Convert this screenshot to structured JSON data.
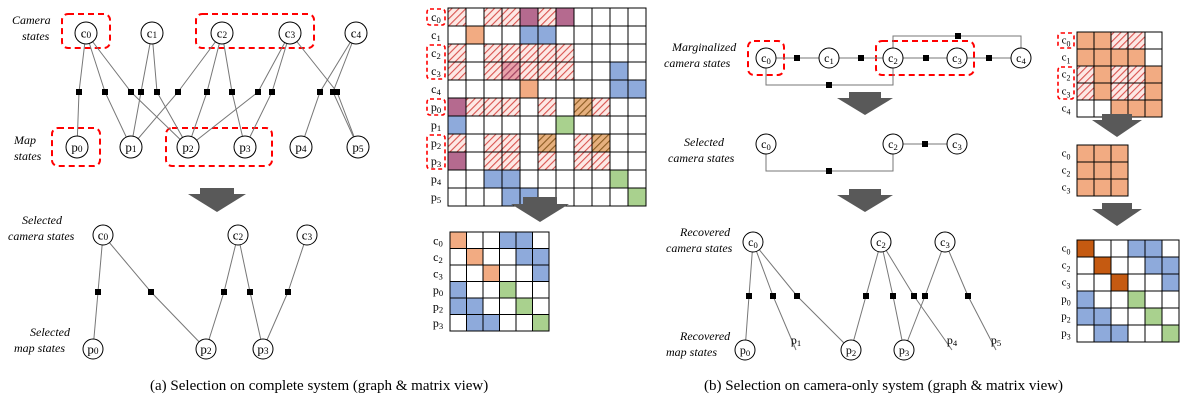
{
  "colors": {
    "orange": "#f2ab82",
    "dark_orange": "#c55a11",
    "blue": "#8eaadb",
    "green": "#a9d18e",
    "hatch_red": "#d9534f",
    "hatch_dark": "#a04060",
    "purple": "#b56a8f",
    "brown": "#c8874a",
    "dashed_box": "#ff0000",
    "arrow": "#595959"
  },
  "captions": {
    "a": "(a) Selection on complete system (graph & matrix view)",
    "b": "(b) Selection on camera-only system (graph & matrix view)"
  },
  "labels": {
    "camera_states": [
      "Camera",
      "states"
    ],
    "map_states": [
      "Map",
      "states"
    ],
    "selected_camera_states": [
      "Selected",
      "camera states"
    ],
    "selected_map_states": [
      "Selected",
      "map states"
    ],
    "marginalized_camera_states": [
      "Marginalized",
      "camera states"
    ],
    "b_selected_camera_states": [
      "Selected",
      "camera states"
    ],
    "recovered_camera_states": [
      "Recovered",
      "camera states"
    ],
    "recovered_map_states": [
      "Recovered",
      "map states"
    ]
  },
  "nodes": {
    "a_top": {
      "c0": "c0",
      "c1": "c1",
      "c2": "c2",
      "c3": "c3",
      "c4": "c4",
      "p0": "p0",
      "p1": "p1",
      "p2": "p2",
      "p3": "p3",
      "p4": "p4",
      "p5": "p5"
    },
    "a_bottom": {
      "c0": "c0",
      "c2": "c2",
      "c3": "c3",
      "p0": "p0",
      "p2": "p2",
      "p3": "p3"
    },
    "b_top": {
      "c0": "c0",
      "c1": "c1",
      "c2": "c2",
      "c3": "c3",
      "c4": "c4"
    },
    "b_mid": {
      "c0": "c0",
      "c2": "c2",
      "c3": "c3"
    },
    "b_bottom": {
      "c0": "c0",
      "c2": "c2",
      "c3": "c3",
      "p0": "p0",
      "p1": "p1",
      "p2": "p2",
      "p3": "p3",
      "p4": "p4",
      "p5": "p5"
    }
  },
  "matrices": {
    "a_full": {
      "rows": [
        "c0",
        "c1",
        "c2",
        "c3",
        "c4",
        "p0",
        "p1",
        "p2",
        "p3",
        "p4",
        "p5"
      ],
      "highlight_rows": [
        0,
        2,
        3,
        5,
        7,
        8
      ],
      "cells": [
        [
          "H",
          "",
          "H",
          "H",
          "P",
          "H",
          "P",
          "",
          "",
          "",
          ""
        ],
        [
          "",
          "O",
          "",
          "",
          "B",
          "B",
          "",
          "",
          "",
          "",
          ""
        ],
        [
          "H",
          "",
          "H",
          "H",
          "H",
          "H",
          "H",
          "",
          "",
          "",
          ""
        ],
        [
          "H",
          "",
          "H",
          "D",
          "H",
          "H",
          "H",
          "",
          "",
          "B",
          ""
        ],
        [
          "",
          "",
          "",
          "",
          "O",
          "",
          "",
          "",
          "",
          "B",
          "B"
        ],
        [
          "P",
          "H",
          "H",
          "H",
          "",
          "H",
          "",
          "Q",
          "H",
          "",
          ""
        ],
        [
          "B",
          "",
          "",
          "",
          "",
          "",
          "G",
          "",
          "",
          "",
          ""
        ],
        [
          "H",
          "",
          "H",
          "H",
          "",
          "Q",
          "",
          "H",
          "Q",
          "",
          ""
        ],
        [
          "P",
          "",
          "H",
          "H",
          "",
          "H",
          "",
          "H",
          "H",
          "",
          ""
        ],
        [
          "",
          "",
          "B",
          "B",
          "",
          "",
          "",
          "",
          "",
          "G",
          ""
        ],
        [
          "",
          "",
          "",
          "B",
          "B",
          "",
          "",
          "",
          "",
          "",
          "G"
        ]
      ]
    },
    "a_selected": {
      "rows": [
        "c0",
        "c2",
        "c3",
        "p0",
        "p2",
        "p3"
      ],
      "cells": [
        [
          "O",
          "",
          "",
          "B",
          "B",
          ""
        ],
        [
          "",
          "O",
          "",
          "",
          "B",
          "B"
        ],
        [
          "",
          "",
          "O",
          "",
          "",
          "B"
        ],
        [
          "B",
          "",
          "",
          "G",
          "",
          ""
        ],
        [
          "B",
          "B",
          "",
          "",
          "G",
          ""
        ],
        [
          "",
          "B",
          "B",
          "",
          "",
          "G"
        ]
      ]
    },
    "b_full": {
      "rows": [
        "c0",
        "c1",
        "c2",
        "c3",
        "c4"
      ],
      "highlight_rows": [
        0,
        2,
        3
      ],
      "cells": [
        [
          "O",
          "O",
          "H",
          "H",
          ""
        ],
        [
          "O",
          "O",
          "O",
          "O",
          ""
        ],
        [
          "H",
          "O",
          "H",
          "H",
          "O"
        ],
        [
          "H",
          "O",
          "H",
          "H",
          "O"
        ],
        [
          "",
          "",
          "O",
          "O",
          "O"
        ]
      ]
    },
    "b_mid": {
      "rows": [
        "c0",
        "c2",
        "c3"
      ],
      "cells": [
        [
          "O",
          "O",
          "O"
        ],
        [
          "O",
          "O",
          "O"
        ],
        [
          "O",
          "O",
          "O"
        ]
      ]
    },
    "b_recovered": {
      "rows": [
        "c0",
        "c2",
        "c3",
        "p0",
        "p2",
        "p3"
      ],
      "cells": [
        [
          "R",
          "",
          "",
          "B",
          "B",
          ""
        ],
        [
          "",
          "R",
          "",
          "",
          "B",
          "B"
        ],
        [
          "",
          "",
          "R",
          "",
          "",
          "B"
        ],
        [
          "B",
          "",
          "",
          "G",
          "",
          ""
        ],
        [
          "B",
          "B",
          "",
          "",
          "G",
          ""
        ],
        [
          "",
          "B",
          "B",
          "",
          "",
          "G"
        ]
      ]
    }
  }
}
